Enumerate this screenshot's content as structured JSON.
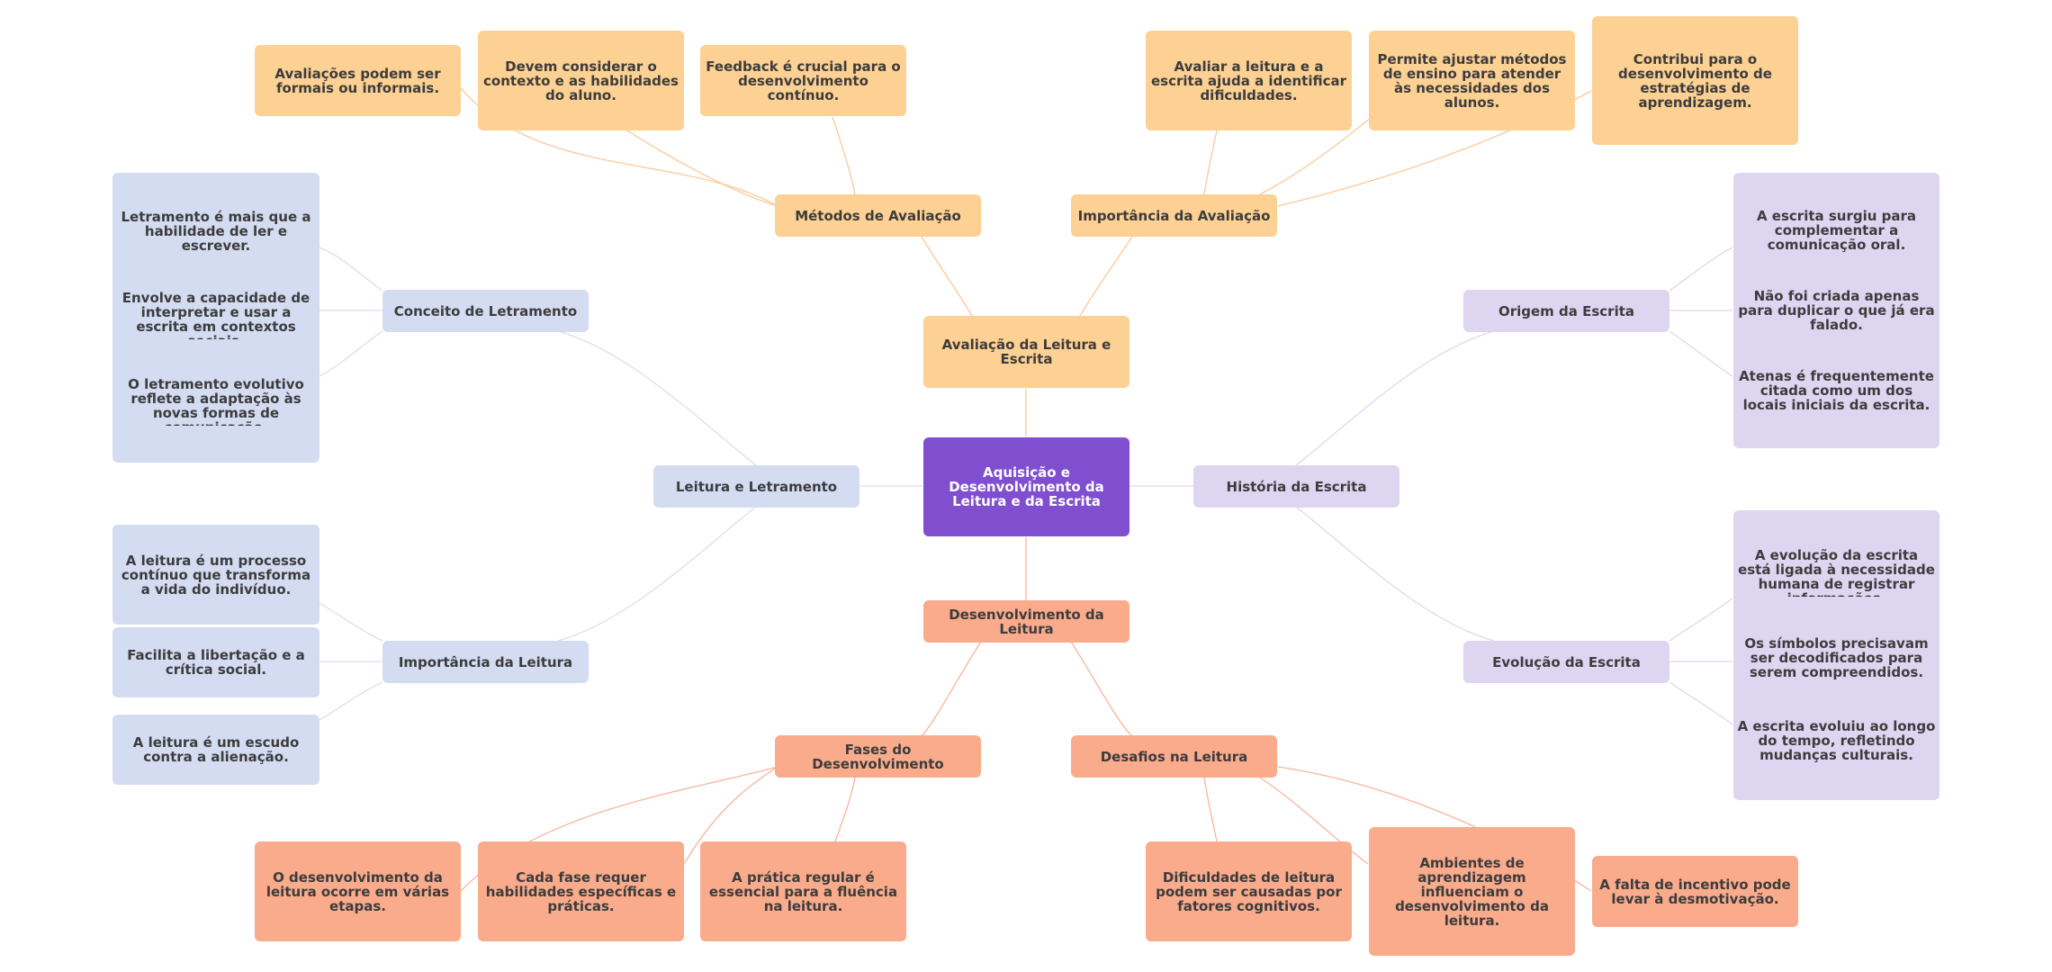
{
  "colors": {
    "root": "#7f4fcf",
    "evaluation": "#fdd093",
    "development": "#f9ab8c",
    "history": "#ded5f1",
    "literacy": "#d4dcf2",
    "evaluation_line": "#fcc999",
    "development_line": "#f9b49a",
    "history_line": "#ddd8f0",
    "literacy_line": "#d8dff2"
  },
  "root": "Aquisição e Desenvolvimento da Leitura e da Escrita",
  "avaliacao": {
    "label": "Avaliação da Leitura e Escrita",
    "metodos": {
      "label": "Métodos de Avaliação",
      "items": [
        "Avaliações podem ser formais ou informais.",
        "Devem considerar o contexto e as habilidades do aluno.",
        "Feedback é crucial para o desenvolvimento contínuo."
      ]
    },
    "importancia": {
      "label": "Importância da Avaliação",
      "items": [
        "Avaliar a leitura e a escrita ajuda a identificar dificuldades.",
        "Permite ajustar métodos de ensino para atender às necessidades dos alunos.",
        "Contribui para o desenvolvimento de estratégias de aprendizagem."
      ]
    }
  },
  "letramento": {
    "label": "Leitura e Letramento",
    "conceito": {
      "label": "Conceito de Letramento",
      "items": [
        "Letramento é mais que a habilidade de ler e escrever.",
        "Envolve a capacidade de interpretar e usar a escrita em contextos sociais.",
        "O letramento evolutivo reflete a adaptação às novas formas de comunicação."
      ]
    },
    "importancia": {
      "label": "Importância da Leitura",
      "items": [
        "A leitura é um processo contínuo que transforma a vida do indivíduo.",
        "Facilita a libertação e a crítica social.",
        "A leitura é um escudo contra a alienação."
      ]
    }
  },
  "historia": {
    "label": "História da Escrita",
    "origem": {
      "label": "Origem da Escrita",
      "items": [
        "A escrita surgiu para complementar a comunicação oral.",
        "Não foi criada apenas para duplicar o que já era falado.",
        "Atenas é frequentemente citada como um dos locais iniciais da escrita."
      ]
    },
    "evolucao": {
      "label": "Evolução da Escrita",
      "items": [
        "A evolução da escrita está ligada à necessidade humana de registrar informações.",
        "Os símbolos precisavam ser decodificados para serem compreendidos.",
        "A escrita evoluiu ao longo do tempo, refletindo mudanças culturais."
      ]
    }
  },
  "desenvolvimento": {
    "label": "Desenvolvimento da Leitura",
    "fases": {
      "label": "Fases do Desenvolvimento",
      "items": [
        "O desenvolvimento da leitura ocorre em várias etapas.",
        "Cada fase requer habilidades específicas e práticas.",
        "A prática regular é essencial para a fluência na leitura."
      ]
    },
    "desafios": {
      "label": "Desafios na Leitura",
      "items": [
        "Dificuldades de leitura podem ser causadas por fatores cognitivos.",
        "Ambientes de aprendizagem influenciam o desenvolvimento da leitura.",
        "A falta de incentivo pode levar à desmotivação."
      ]
    }
  }
}
